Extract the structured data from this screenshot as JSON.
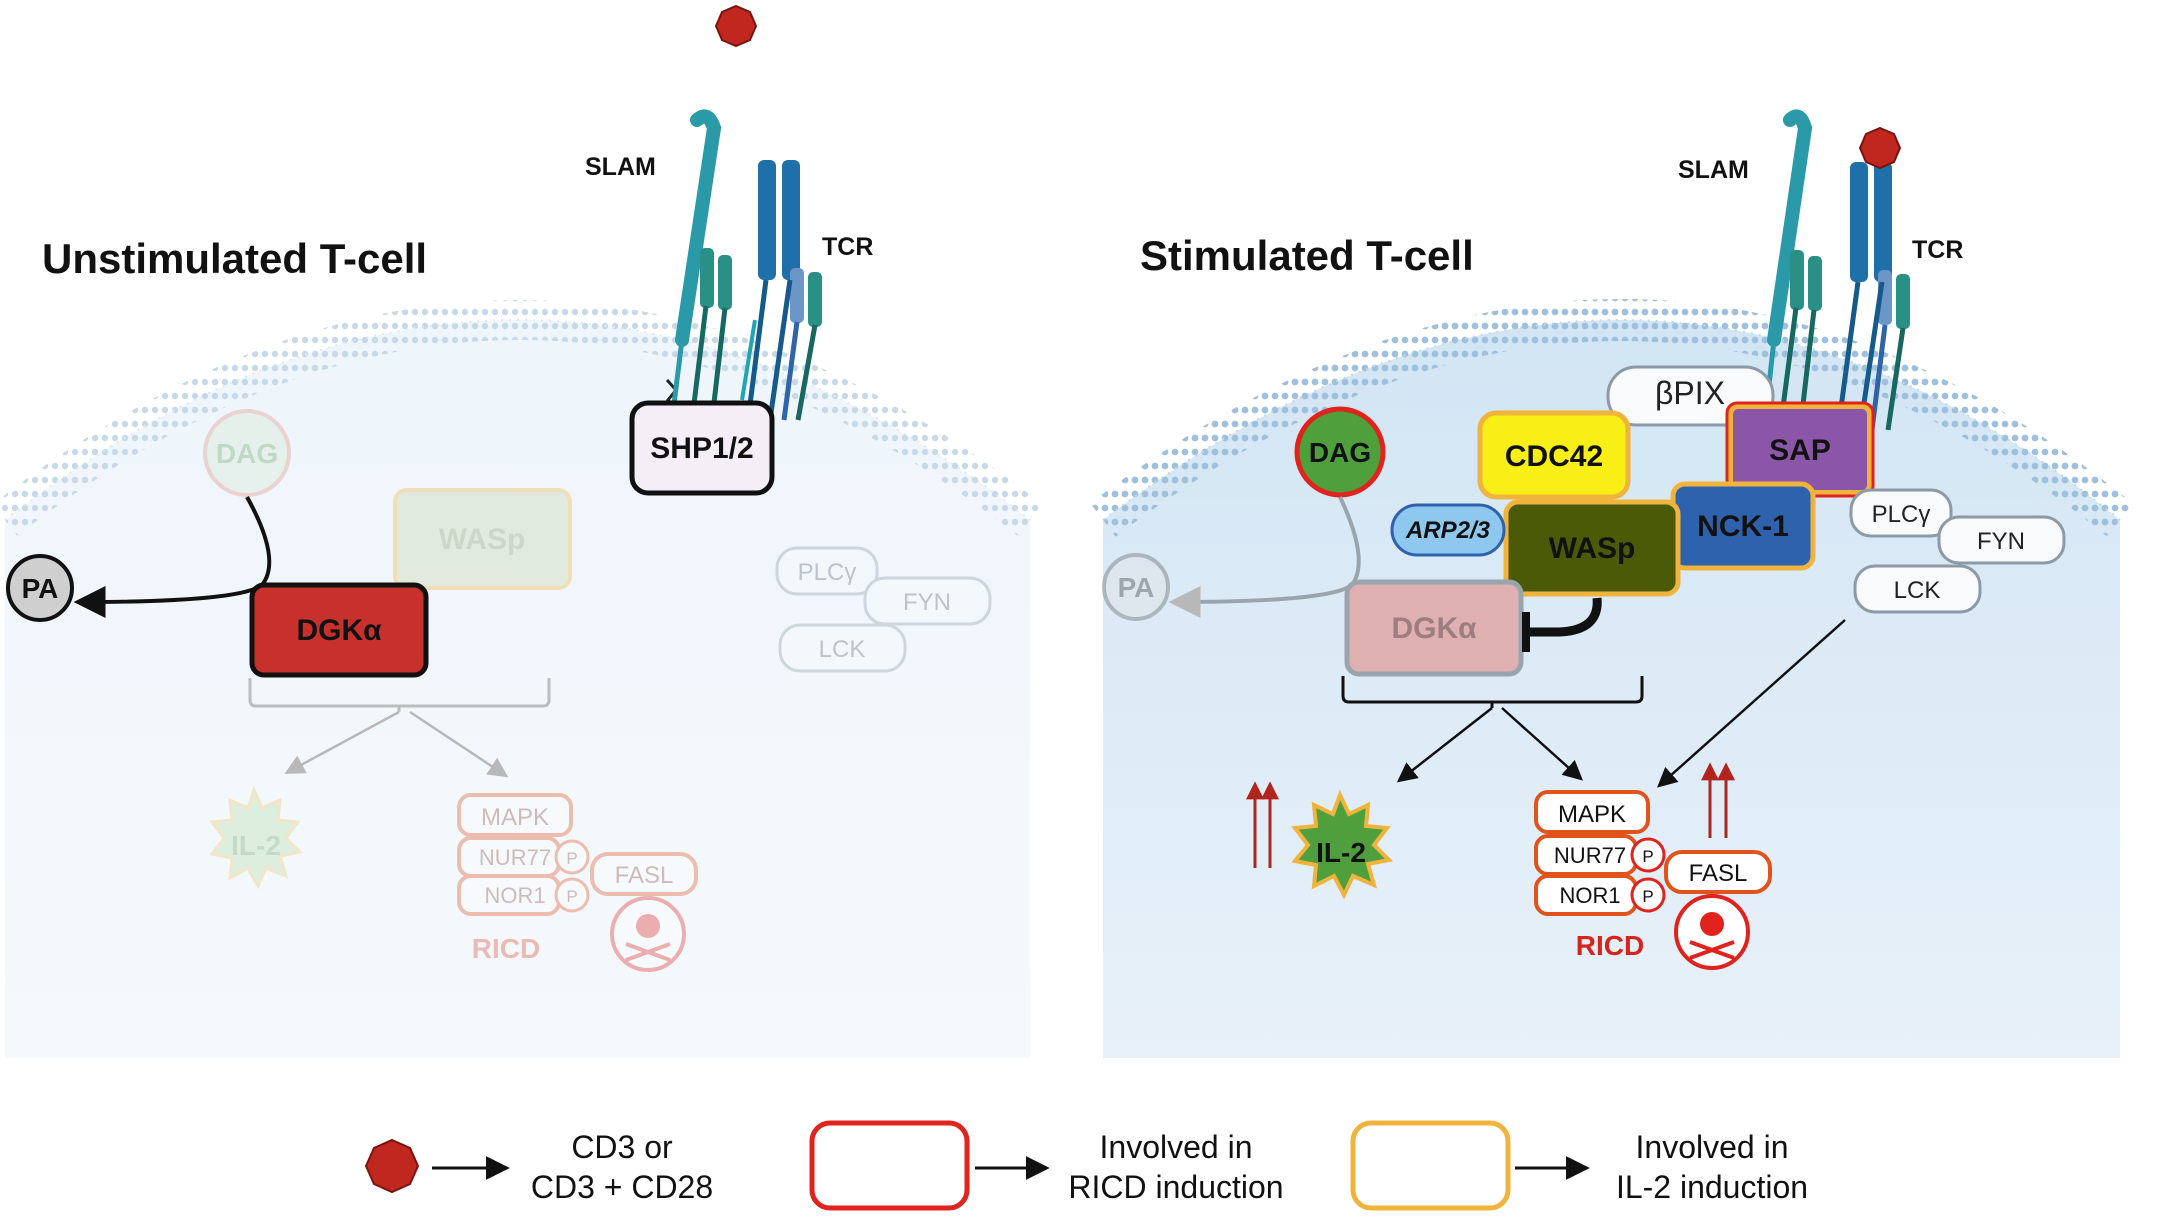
{
  "left_panel": {
    "title": "Unstimulated T-cell",
    "receptors": {
      "slam": "SLAM",
      "tcr": "TCR"
    },
    "nodes": {
      "shp": "SHP1/2",
      "dag": "DAG",
      "pa": "PA",
      "dgk": "DGKα",
      "wasp": "WASp",
      "plcg": "PLCγ",
      "fyn": "FYN",
      "lck": "LCK",
      "il2": "IL-2",
      "mapk": "MAPK",
      "nur77": "NUR77",
      "nor1": "NOR1",
      "p": "P",
      "fasl": "FASL",
      "ricd": "RICD"
    }
  },
  "right_panel": {
    "title": "Stimulated T-cell",
    "receptors": {
      "slam": "SLAM",
      "tcr": "TCR"
    },
    "nodes": {
      "bpix": "βPIX",
      "cdc42": "CDC42",
      "sap": "SAP",
      "dag": "DAG",
      "arp": "ARP2/3",
      "wasp": "WASp",
      "nck": "NCK-1",
      "plcg": "PLCγ",
      "fyn": "FYN",
      "lck": "LCK",
      "pa": "PA",
      "dgk": "DGKα",
      "il2": "IL-2",
      "mapk": "MAPK",
      "nur77": "NUR77",
      "nor1": "NOR1",
      "p": "P",
      "fasl": "FASL",
      "ricd": "RICD"
    }
  },
  "legend": {
    "stimulus_line1": "CD3 or",
    "stimulus_line2": "CD3 + CD28",
    "ricd_line1": "Involved in",
    "ricd_line2": "RICD induction",
    "il2_line1": "Involved  in",
    "il2_line2": "IL-2 induction"
  },
  "colors": {
    "ricd_outline": "#e0231d",
    "il2_outline": "#f0b43c",
    "stimulus": "#c0281f",
    "dgk": "#c8312b",
    "wasp": "#4b5a06",
    "cdc42": "#f7ef16",
    "sap": "#8c56a8",
    "nck": "#2f62ac",
    "dag": "#4f9f3d",
    "arp": "#8fc8ee",
    "tcr": "#1f6fa8",
    "slam": "#2a9aa8"
  }
}
